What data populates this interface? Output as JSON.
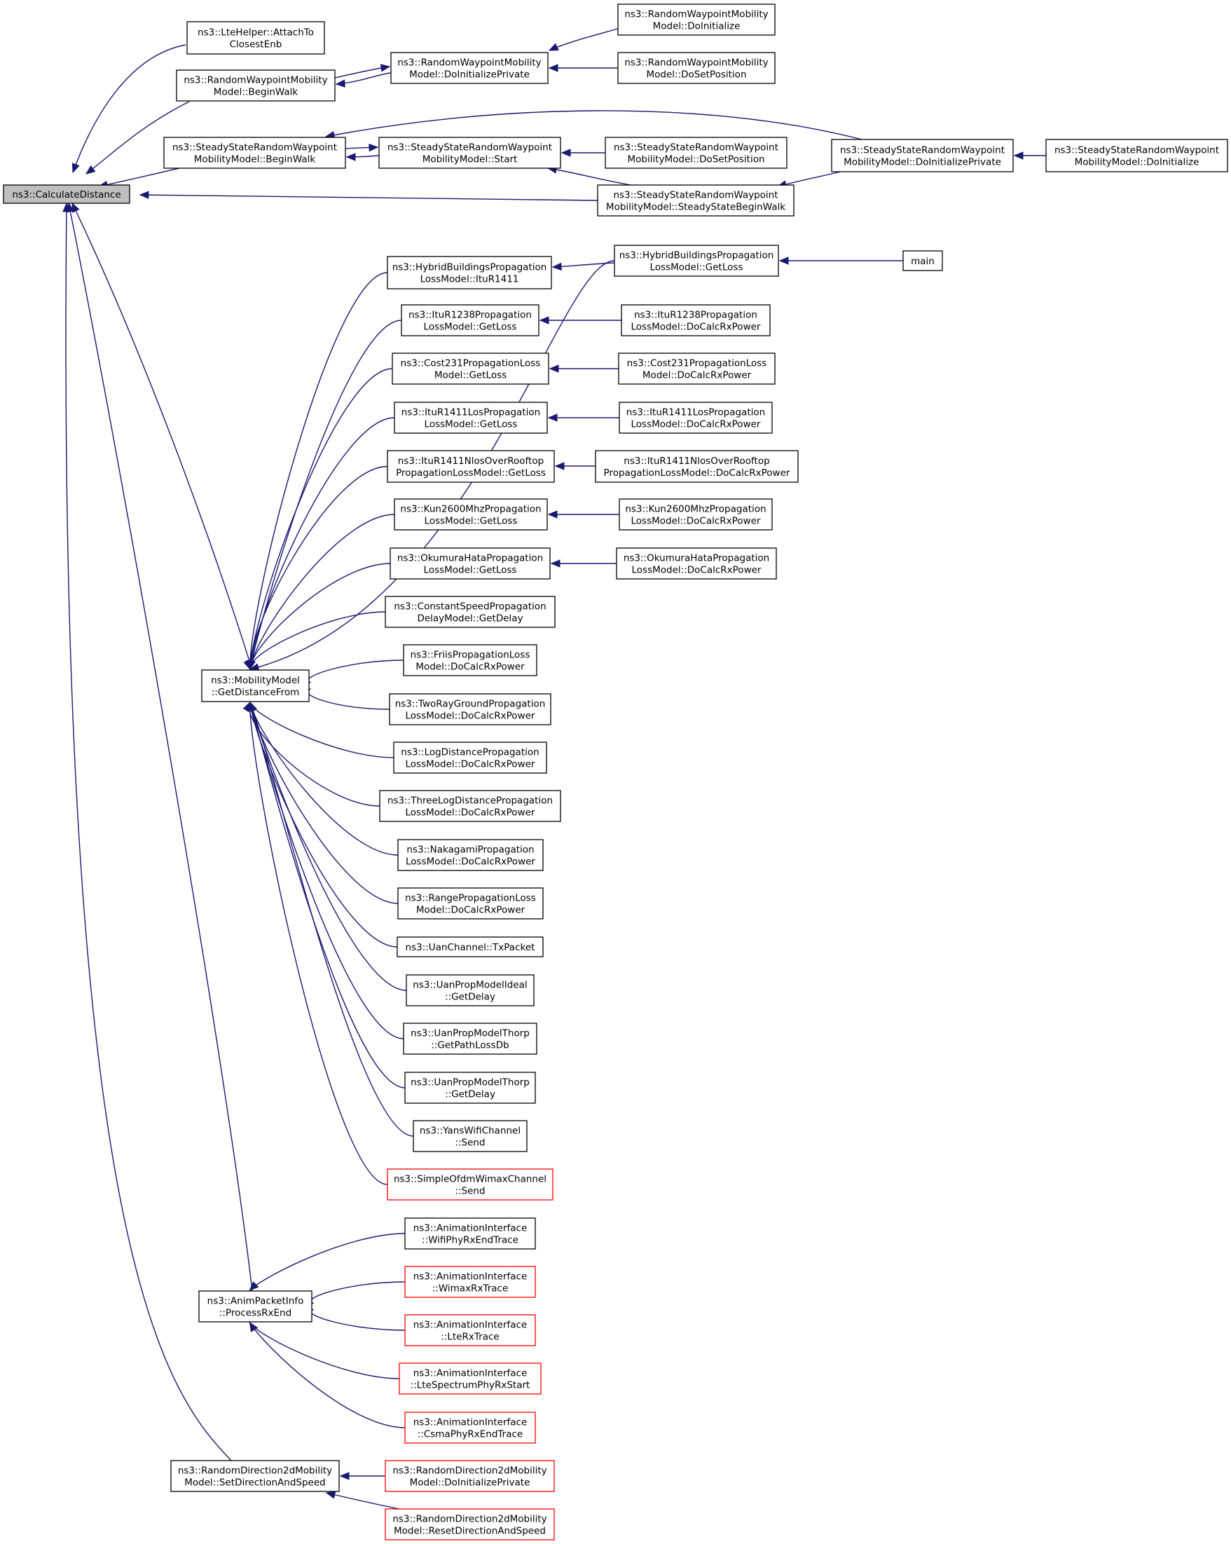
{
  "colors": {
    "edge": "#191970",
    "node_border": "#000000",
    "truncated_border": "#ff0000",
    "root_fill": "#bfbfbf",
    "node_fill": "#ffffff"
  },
  "nodes": [
    {
      "id": "root",
      "lines": [
        "ns3::CalculateDistance"
      ],
      "style": "root"
    },
    {
      "id": "lte_attach",
      "lines": [
        "ns3::LteHelper::AttachTo",
        "ClosestEnb"
      ]
    },
    {
      "id": "rw_begin",
      "lines": [
        "ns3::RandomWaypointMobility",
        "Model::BeginWalk"
      ]
    },
    {
      "id": "rw_doinitp",
      "lines": [
        "ns3::RandomWaypointMobility",
        "Model::DoInitializePrivate"
      ]
    },
    {
      "id": "rw_doinit",
      "lines": [
        "ns3::RandomWaypointMobility",
        "Model::DoInitialize"
      ]
    },
    {
      "id": "rw_doset",
      "lines": [
        "ns3::RandomWaypointMobility",
        "Model::DoSetPosition"
      ]
    },
    {
      "id": "ss_begin",
      "lines": [
        "ns3::SteadyStateRandomWaypoint",
        "MobilityModel::BeginWalk"
      ]
    },
    {
      "id": "ss_start",
      "lines": [
        "ns3::SteadyStateRandomWaypoint",
        "MobilityModel::Start"
      ]
    },
    {
      "id": "ss_doset",
      "lines": [
        "ns3::SteadyStateRandomWaypoint",
        "MobilityModel::DoSetPosition"
      ]
    },
    {
      "id": "ss_doinitp",
      "lines": [
        "ns3::SteadyStateRandomWaypoint",
        "MobilityModel::DoInitializePrivate"
      ]
    },
    {
      "id": "ss_doinit",
      "lines": [
        "ns3::SteadyStateRandomWaypoint",
        "MobilityModel::DoInitialize"
      ]
    },
    {
      "id": "ss_ssbegin",
      "lines": [
        "ns3::SteadyStateRandomWaypoint",
        "MobilityModel::SteadyStateBeginWalk"
      ]
    },
    {
      "id": "hb_getloss",
      "lines": [
        "ns3::HybridBuildingsPropagation",
        "LossModel::GetLoss"
      ]
    },
    {
      "id": "main",
      "lines": [
        "main"
      ]
    },
    {
      "id": "hb_itu",
      "lines": [
        "ns3::HybridBuildingsPropagation",
        "LossModel::ItuR1411"
      ]
    },
    {
      "id": "itu1238_gl",
      "lines": [
        "ns3::ItuR1238Propagation",
        "LossModel::GetLoss"
      ]
    },
    {
      "id": "itu1238_dc",
      "lines": [
        "ns3::ItuR1238Propagation",
        "LossModel::DoCalcRxPower"
      ]
    },
    {
      "id": "cost_gl",
      "lines": [
        "ns3::Cost231PropagationLoss",
        "Model::GetLoss"
      ]
    },
    {
      "id": "cost_dc",
      "lines": [
        "ns3::Cost231PropagationLoss",
        "Model::DoCalcRxPower"
      ]
    },
    {
      "id": "los_gl",
      "lines": [
        "ns3::ItuR1411LosPropagation",
        "LossModel::GetLoss"
      ]
    },
    {
      "id": "los_dc",
      "lines": [
        "ns3::ItuR1411LosPropagation",
        "LossModel::DoCalcRxPower"
      ]
    },
    {
      "id": "nlos_gl",
      "lines": [
        "ns3::ItuR1411NlosOverRooftop",
        "PropagationLossModel::GetLoss"
      ]
    },
    {
      "id": "nlos_dc",
      "lines": [
        "ns3::ItuR1411NlosOverRooftop",
        "PropagationLossModel::DoCalcRxPower"
      ]
    },
    {
      "id": "kun_gl",
      "lines": [
        "ns3::Kun2600MhzPropagation",
        "LossModel::GetLoss"
      ]
    },
    {
      "id": "kun_dc",
      "lines": [
        "ns3::Kun2600MhzPropagation",
        "LossModel::DoCalcRxPower"
      ]
    },
    {
      "id": "oku_gl",
      "lines": [
        "ns3::OkumuraHataPropagation",
        "LossModel::GetLoss"
      ]
    },
    {
      "id": "oku_dc",
      "lines": [
        "ns3::OkumuraHataPropagation",
        "LossModel::DoCalcRxPower"
      ]
    },
    {
      "id": "csd",
      "lines": [
        "ns3::ConstantSpeedPropagation",
        "DelayModel::GetDelay"
      ]
    },
    {
      "id": "friis",
      "lines": [
        "ns3::FriisPropagationLoss",
        "Model::DoCalcRxPower"
      ]
    },
    {
      "id": "mm_gdf",
      "lines": [
        "ns3::MobilityModel",
        "::GetDistanceFrom"
      ]
    },
    {
      "id": "tworay",
      "lines": [
        "ns3::TwoRayGroundPropagation",
        "LossModel::DoCalcRxPower"
      ]
    },
    {
      "id": "logdist",
      "lines": [
        "ns3::LogDistancePropagation",
        "LossModel::DoCalcRxPower"
      ]
    },
    {
      "id": "threelog",
      "lines": [
        "ns3::ThreeLogDistancePropagation",
        "LossModel::DoCalcRxPower"
      ]
    },
    {
      "id": "naka",
      "lines": [
        "ns3::NakagamiPropagation",
        "LossModel::DoCalcRxPower"
      ]
    },
    {
      "id": "range",
      "lines": [
        "ns3::RangePropagationLoss",
        "Model::DoCalcRxPower"
      ]
    },
    {
      "id": "uan_tx",
      "lines": [
        "ns3::UanChannel::TxPacket"
      ]
    },
    {
      "id": "uan_ideal",
      "lines": [
        "ns3::UanPropModelIdeal",
        "::GetDelay"
      ]
    },
    {
      "id": "uan_thorp_pl",
      "lines": [
        "ns3::UanPropModelThorp",
        "::GetPathLossDb"
      ]
    },
    {
      "id": "uan_thorp_d",
      "lines": [
        "ns3::UanPropModelThorp",
        "::GetDelay"
      ]
    },
    {
      "id": "yans",
      "lines": [
        "ns3::YansWifiChannel",
        "::Send"
      ]
    },
    {
      "id": "ofdm",
      "lines": [
        "ns3::SimpleOfdmWimaxChannel",
        "::Send"
      ],
      "style": "truncated"
    },
    {
      "id": "ai_wifi",
      "lines": [
        "ns3::AnimationInterface",
        "::WifiPhyRxEndTrace"
      ]
    },
    {
      "id": "ai_wimax",
      "lines": [
        "ns3::AnimationInterface",
        "::WimaxRxTrace"
      ],
      "style": "truncated"
    },
    {
      "id": "api",
      "lines": [
        "ns3::AnimPacketInfo",
        "::ProcessRxEnd"
      ]
    },
    {
      "id": "ai_lte",
      "lines": [
        "ns3::AnimationInterface",
        "::LteRxTrace"
      ],
      "style": "truncated"
    },
    {
      "id": "ai_ltesp",
      "lines": [
        "ns3::AnimationInterface",
        "::LteSpectrumPhyRxStart"
      ],
      "style": "truncated"
    },
    {
      "id": "ai_csma",
      "lines": [
        "ns3::AnimationInterface",
        "::CsmaPhyRxEndTrace"
      ],
      "style": "truncated"
    },
    {
      "id": "rd_set",
      "lines": [
        "ns3::RandomDirection2dMobility",
        "Model::SetDirectionAndSpeed"
      ]
    },
    {
      "id": "rd_doinitp",
      "lines": [
        "ns3::RandomDirection2dMobility",
        "Model::DoInitializePrivate"
      ],
      "style": "truncated"
    },
    {
      "id": "rd_reset",
      "lines": [
        "ns3::RandomDirection2dMobility",
        "Model::ResetDirectionAndSpeed"
      ],
      "style": "truncated"
    }
  ],
  "edges": [
    {
      "from": "lte_attach",
      "to": "root"
    },
    {
      "from": "rw_begin",
      "to": "root"
    },
    {
      "from": "ss_begin",
      "to": "root"
    },
    {
      "from": "ss_ssbegin",
      "to": "root"
    },
    {
      "from": "mm_gdf",
      "to": "root"
    },
    {
      "from": "api",
      "to": "root"
    },
    {
      "from": "rd_set",
      "to": "root"
    },
    {
      "from": "rw_doinitp",
      "to": "rw_begin"
    },
    {
      "from": "rw_begin",
      "to": "rw_doinitp"
    },
    {
      "from": "rw_doinit",
      "to": "rw_doinitp"
    },
    {
      "from": "rw_doset",
      "to": "rw_doinitp"
    },
    {
      "from": "ss_start",
      "to": "ss_begin"
    },
    {
      "from": "ss_begin",
      "to": "ss_start"
    },
    {
      "from": "ss_doinitp",
      "to": "ss_begin"
    },
    {
      "from": "ss_doset",
      "to": "ss_start"
    },
    {
      "from": "ss_ssbegin",
      "to": "ss_start"
    },
    {
      "from": "ss_doinitp",
      "to": "ss_ssbegin"
    },
    {
      "from": "ss_doinit",
      "to": "ss_doinitp"
    },
    {
      "from": "hb_getloss",
      "to": "hb_itu"
    },
    {
      "from": "main",
      "to": "hb_getloss"
    },
    {
      "from": "itu1238_dc",
      "to": "itu1238_gl"
    },
    {
      "from": "cost_dc",
      "to": "cost_gl"
    },
    {
      "from": "los_dc",
      "to": "los_gl"
    },
    {
      "from": "nlos_dc",
      "to": "nlos_gl"
    },
    {
      "from": "kun_dc",
      "to": "kun_gl"
    },
    {
      "from": "oku_dc",
      "to": "oku_gl"
    },
    {
      "from": "hb_getloss",
      "to": "mm_gdf"
    },
    {
      "from": "hb_itu",
      "to": "mm_gdf"
    },
    {
      "from": "itu1238_gl",
      "to": "mm_gdf"
    },
    {
      "from": "cost_gl",
      "to": "mm_gdf"
    },
    {
      "from": "los_gl",
      "to": "mm_gdf"
    },
    {
      "from": "nlos_gl",
      "to": "mm_gdf"
    },
    {
      "from": "kun_gl",
      "to": "mm_gdf"
    },
    {
      "from": "oku_gl",
      "to": "mm_gdf"
    },
    {
      "from": "csd",
      "to": "mm_gdf"
    },
    {
      "from": "friis",
      "to": "mm_gdf"
    },
    {
      "from": "tworay",
      "to": "mm_gdf"
    },
    {
      "from": "logdist",
      "to": "mm_gdf"
    },
    {
      "from": "threelog",
      "to": "mm_gdf"
    },
    {
      "from": "naka",
      "to": "mm_gdf"
    },
    {
      "from": "range",
      "to": "mm_gdf"
    },
    {
      "from": "uan_tx",
      "to": "mm_gdf"
    },
    {
      "from": "uan_ideal",
      "to": "mm_gdf"
    },
    {
      "from": "uan_thorp_pl",
      "to": "mm_gdf"
    },
    {
      "from": "uan_thorp_d",
      "to": "mm_gdf"
    },
    {
      "from": "yans",
      "to": "mm_gdf"
    },
    {
      "from": "ofdm",
      "to": "mm_gdf"
    },
    {
      "from": "ai_wifi",
      "to": "api"
    },
    {
      "from": "ai_wimax",
      "to": "api"
    },
    {
      "from": "ai_lte",
      "to": "api"
    },
    {
      "from": "ai_ltesp",
      "to": "api"
    },
    {
      "from": "ai_csma",
      "to": "api"
    },
    {
      "from": "rd_doinitp",
      "to": "rd_set"
    },
    {
      "from": "rd_reset",
      "to": "rd_set"
    }
  ]
}
